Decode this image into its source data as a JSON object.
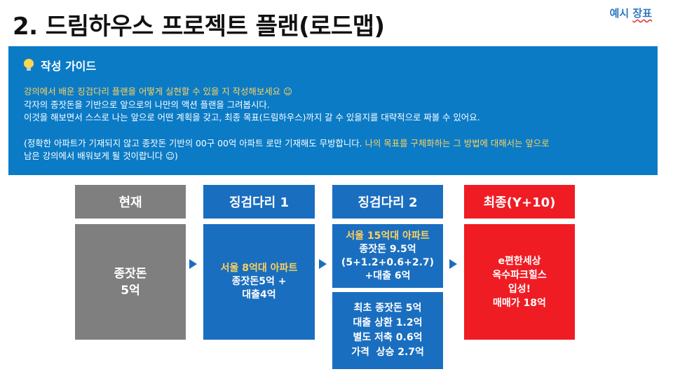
{
  "title": "2. 드림하우스 프로젝트 플랜(로드맵)",
  "badge": {
    "part1": "예시 ",
    "part2": "장표"
  },
  "guide": {
    "heading": "작성 가이드",
    "line1": "강의에서 배운 징검다리 플랜을 어떻게 실현할 수 있을 지 작성해보세요 ☺",
    "line2": "각자의 종잣돈을 기반으로 앞으로의 나만의 액션 플랜을 그려봅시다.",
    "line3": "이것을 해보면서 스스로 나는 앞으로 어떤 계획을 갖고, 최종 목표(드림하우스)까지 갈 수 있을지를 대략적으로 짜볼 수 있어요.",
    "line4_white": "(정확한 아파트가 기재되지 않고 종잣돈 기반의 00구 00억 아파트 로만 기재해도 무방합니다. ",
    "line4_yellow": "나의 목표를 구체화하는 그 방법에 대해서는 앞으로 ",
    "line5": "남은 강의에서 배워보게 될 것이랍니다 ☺)"
  },
  "columns": [
    {
      "header": "현재",
      "lines": [
        "종잣돈",
        "5억"
      ]
    },
    {
      "header": "징검다리 1",
      "highlight": "서울 8억대 아파트",
      "lines": [
        "종잣돈5억 +",
        "대출4억"
      ]
    },
    {
      "header": "징검다리 2",
      "highlight": "서울 15억대 아파트",
      "lines": [
        "종잣돈 9.5억",
        "(5+1.2+0.6+2.7)",
        "+대출 6억"
      ],
      "detail": [
        "최초 종잣돈 5억",
        "대출 상환 1.2억",
        "별도 저축 0.6억",
        "가격  상승 2.7억"
      ]
    },
    {
      "header": "최종(Y+10)",
      "lines": [
        "e편한세상",
        "옥수파크힐스",
        "입성!",
        "매매가 18억"
      ]
    }
  ],
  "colors": {
    "guide_bg": "#0b7bc6",
    "blue": "#1a6ebf",
    "gray": "#7f7f7f",
    "red": "#ef1c24",
    "highlight": "#ffd25c"
  }
}
